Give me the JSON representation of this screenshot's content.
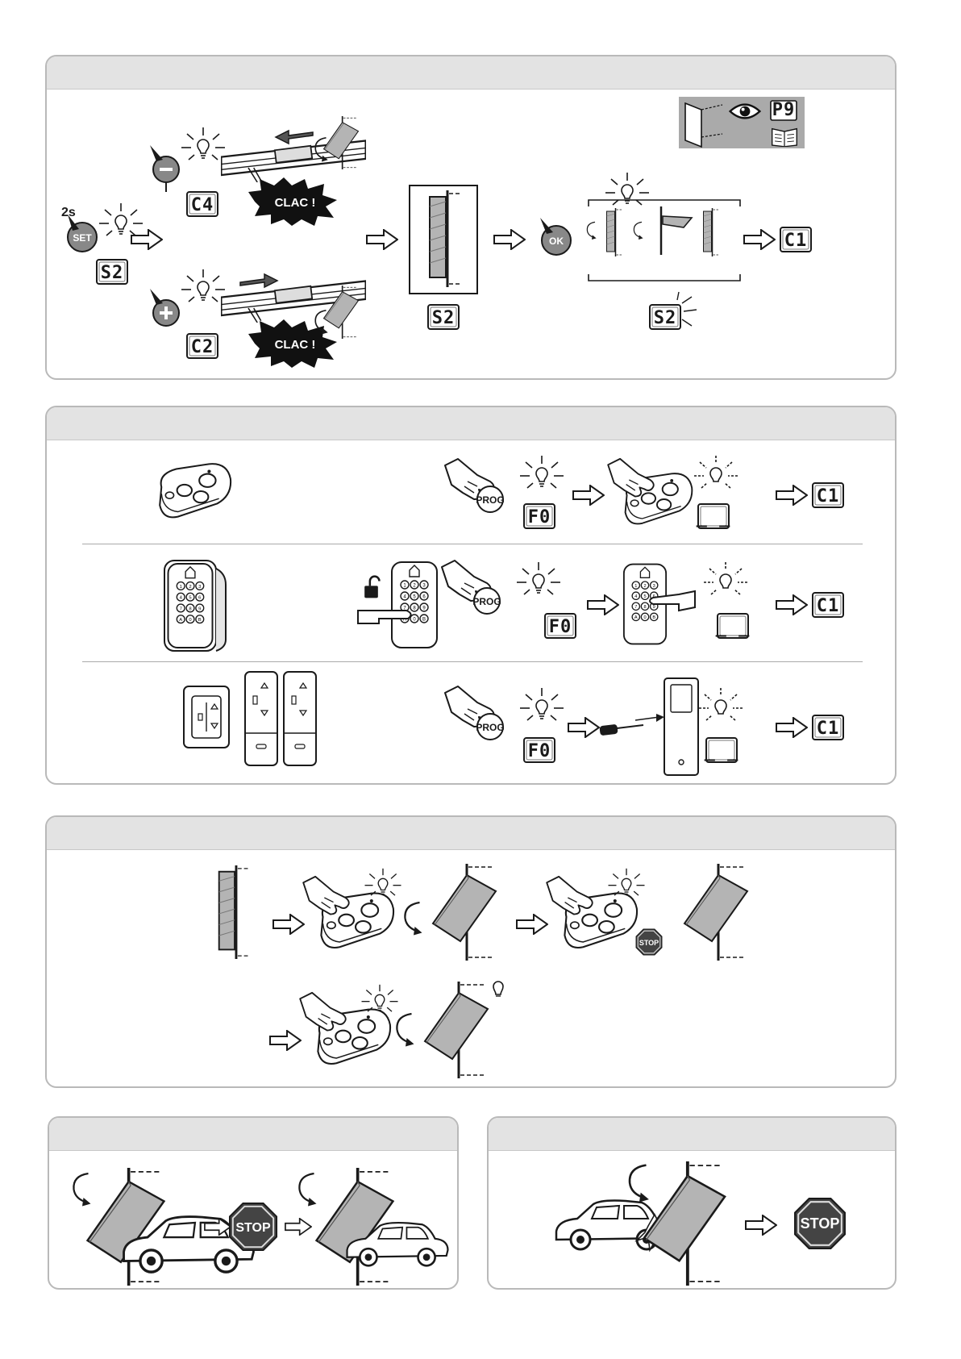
{
  "panel1": {
    "display_start": "S2",
    "hold_time": "2s",
    "set_button": "SET",
    "minus_display": "C4",
    "plus_display": "C2",
    "clac_text": "CLAC !",
    "selected_display": "S2",
    "ok_button": "OK",
    "result_display": "C1",
    "blink_display": "S2",
    "info_code": "P9"
  },
  "panel2": {
    "prog_label": "PROG",
    "prog_display": "F0",
    "empty_display": "_ _",
    "result_display": "C1",
    "keypad_keys": [
      "1",
      "2",
      "3",
      "4",
      "5",
      "6",
      "7",
      "8",
      "9",
      "A",
      "0",
      "B"
    ]
  },
  "panel3": {
    "stop_label": "STOP"
  },
  "panel4": {
    "stop_label": "STOP"
  },
  "panel5": {
    "stop_label": "STOP"
  },
  "colors": {
    "panel_header": "#e3e3e3",
    "panel_border": "#b9b9b9",
    "ink": "#1a1a1a",
    "gate_fill": "#a8a8a8",
    "stop_red": "#444444"
  }
}
